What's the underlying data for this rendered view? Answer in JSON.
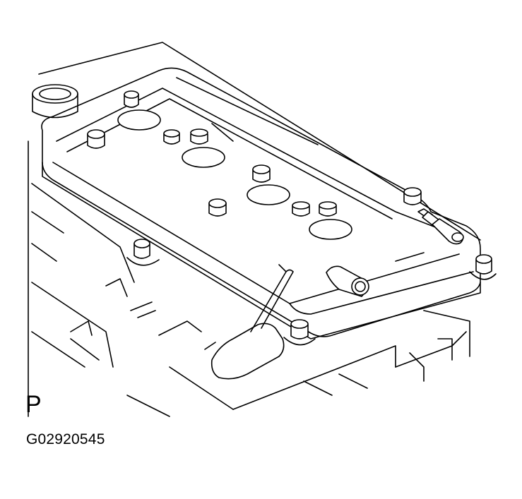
{
  "view_label": "P",
  "figure_code": "G02920545",
  "colors": {
    "line": "#000000",
    "background": "#ffffff"
  },
  "parts": [
    "valve-cover",
    "oil-filler-neck",
    "spark-plug-wells",
    "cover-bolts",
    "pcv-valve",
    "breather-pipe",
    "mounting-studs",
    "bracket"
  ]
}
